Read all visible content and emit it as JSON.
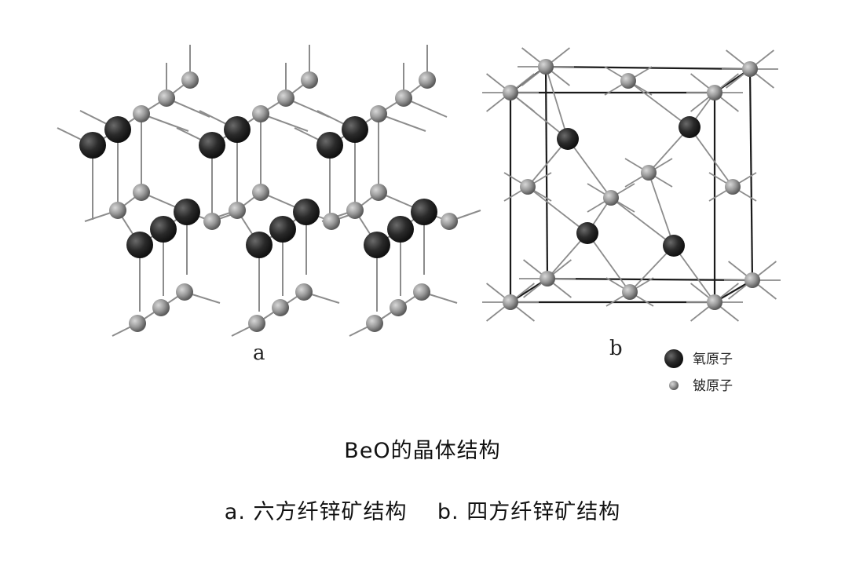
{
  "panels": {
    "a": {
      "label": "a"
    },
    "b": {
      "label": "b"
    }
  },
  "legend": {
    "oxygen": {
      "label": "氧原子",
      "color": "#222222"
    },
    "beryllium": {
      "label": "铍原子",
      "color": "#8a8a8a"
    }
  },
  "caption": {
    "title": "BeO的晶体结构",
    "sub_a_prefix": "a.",
    "sub_a_text": "六方纤锌矿结构",
    "sub_b_prefix": "b.",
    "sub_b_text": "四方纤锌矿结构"
  },
  "colors": {
    "bond": "#8c8c8c",
    "edge": "#1a1a1a",
    "oxygen": "#262626",
    "beryllium": "#8f8f8f"
  }
}
